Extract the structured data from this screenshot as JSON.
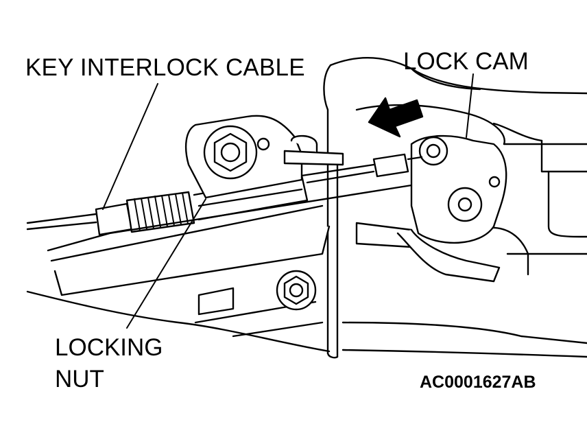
{
  "labels": {
    "key_interlock_cable": "KEY INTERLOCK CABLE",
    "lock_cam": "LOCK CAM",
    "locking_nut_line1": "LOCKING",
    "locking_nut_line2": "NUT",
    "figure_code": "AC0001627AB"
  },
  "colors": {
    "line": "#000000",
    "background": "#ffffff"
  }
}
